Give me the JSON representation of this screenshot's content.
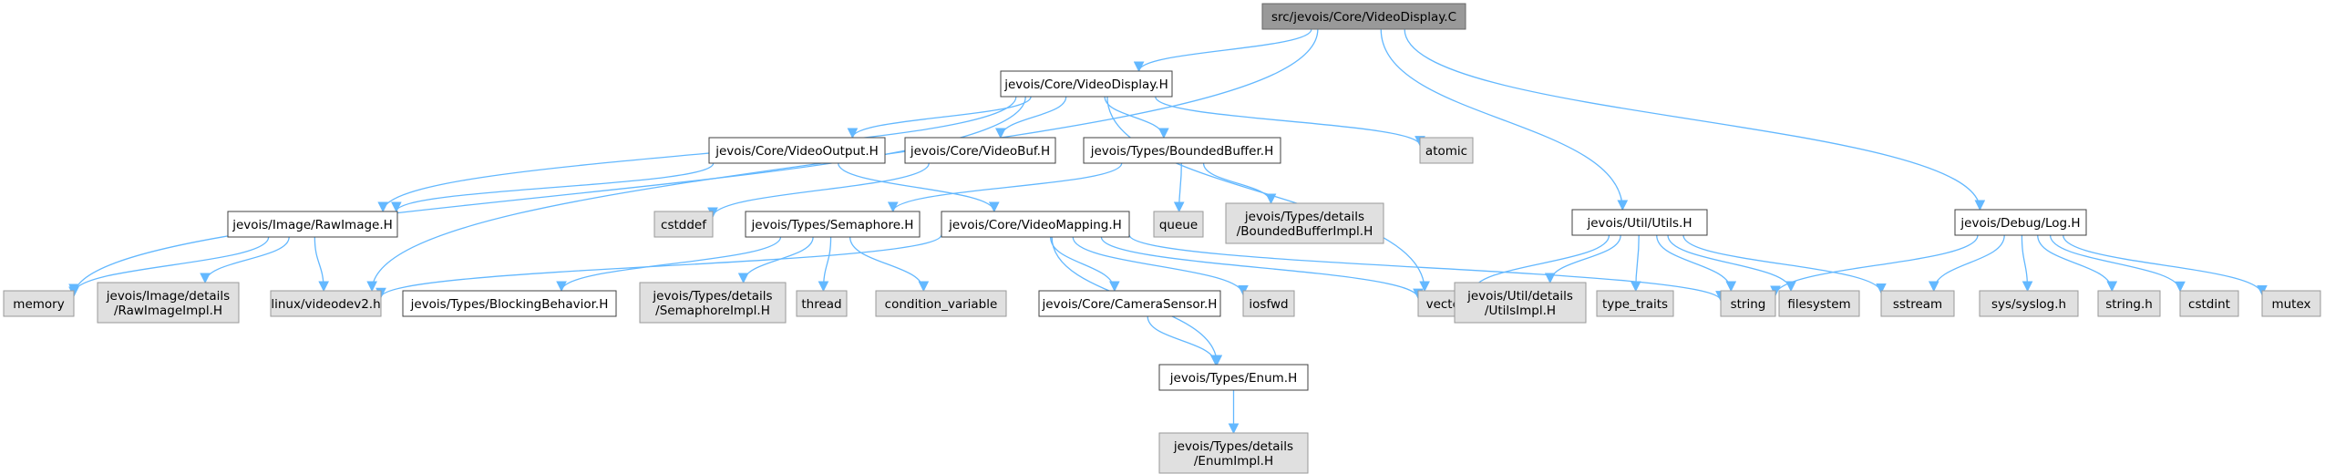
{
  "colors": {
    "edge": "#63b8ff",
    "node_border_documented": "#404040",
    "node_fill_documented": "#ffffff",
    "node_border_external": "#999999",
    "node_fill_external": "#e0e0e0",
    "node_fill_root": "#999999",
    "node_border_root": "#666666"
  },
  "graph": {
    "nodes": [
      {
        "id": "root",
        "kind": "root",
        "lines": [
          "src/jevois/Core/VideoDisplay.C"
        ]
      },
      {
        "id": "videodisplay_h",
        "kind": "doc",
        "lines": [
          "jevois/Core/VideoDisplay.H"
        ]
      },
      {
        "id": "utils_h",
        "kind": "doc",
        "lines": [
          "jevois/Util/Utils.H"
        ]
      },
      {
        "id": "log_h",
        "kind": "doc",
        "lines": [
          "jevois/Debug/Log.H"
        ]
      },
      {
        "id": "atomic",
        "kind": "ext",
        "lines": [
          "atomic"
        ]
      },
      {
        "id": "videooutput_h",
        "kind": "doc",
        "lines": [
          "jevois/Core/VideoOutput.H"
        ]
      },
      {
        "id": "videobuf_h",
        "kind": "doc",
        "lines": [
          "jevois/Core/VideoBuf.H"
        ]
      },
      {
        "id": "boundedbuffer_h",
        "kind": "doc",
        "lines": [
          "jevois/Types/BoundedBuffer.H"
        ]
      },
      {
        "id": "cstddef",
        "kind": "ext",
        "lines": [
          "cstddef"
        ]
      },
      {
        "id": "queue",
        "kind": "ext",
        "lines": [
          "queue"
        ]
      },
      {
        "id": "boundedbufferimpl",
        "kind": "ext",
        "lines": [
          "jevois/Types/details",
          "/BoundedBufferImpl.H"
        ]
      },
      {
        "id": "rawimage_h",
        "kind": "doc",
        "lines": [
          "jevois/Image/RawImage.H"
        ]
      },
      {
        "id": "semaphore_h",
        "kind": "doc",
        "lines": [
          "jevois/Types/Semaphore.H"
        ]
      },
      {
        "id": "videomapping_h",
        "kind": "doc",
        "lines": [
          "jevois/Core/VideoMapping.H"
        ]
      },
      {
        "id": "memory",
        "kind": "ext",
        "lines": [
          "memory"
        ]
      },
      {
        "id": "rawimageimpl",
        "kind": "ext",
        "lines": [
          "jevois/Image/details",
          "/RawImageImpl.H"
        ]
      },
      {
        "id": "videodev2",
        "kind": "ext",
        "lines": [
          "linux/videodev2.h"
        ]
      },
      {
        "id": "blockingbehavior",
        "kind": "doc",
        "lines": [
          "jevois/Types/BlockingBehavior.H"
        ]
      },
      {
        "id": "semaphoreimpl",
        "kind": "ext",
        "lines": [
          "jevois/Types/details",
          "/SemaphoreImpl.H"
        ]
      },
      {
        "id": "thread",
        "kind": "ext",
        "lines": [
          "thread"
        ]
      },
      {
        "id": "condition_variable",
        "kind": "ext",
        "lines": [
          "condition_variable"
        ]
      },
      {
        "id": "camerasensor_h",
        "kind": "doc",
        "lines": [
          "jevois/Core/CameraSensor.H"
        ]
      },
      {
        "id": "iosfwd",
        "kind": "ext",
        "lines": [
          "iosfwd"
        ]
      },
      {
        "id": "vector",
        "kind": "ext",
        "lines": [
          "vector"
        ]
      },
      {
        "id": "utilsimpl",
        "kind": "ext",
        "lines": [
          "jevois/Util/details",
          "/UtilsImpl.H"
        ]
      },
      {
        "id": "type_traits",
        "kind": "ext",
        "lines": [
          "type_traits"
        ]
      },
      {
        "id": "string",
        "kind": "ext",
        "lines": [
          "string"
        ]
      },
      {
        "id": "filesystem",
        "kind": "ext",
        "lines": [
          "filesystem"
        ]
      },
      {
        "id": "sstream",
        "kind": "ext",
        "lines": [
          "sstream"
        ]
      },
      {
        "id": "syslog",
        "kind": "ext",
        "lines": [
          "sys/syslog.h"
        ]
      },
      {
        "id": "string_h",
        "kind": "ext",
        "lines": [
          "string.h"
        ]
      },
      {
        "id": "cstdint",
        "kind": "ext",
        "lines": [
          "cstdint"
        ]
      },
      {
        "id": "mutex",
        "kind": "ext",
        "lines": [
          "mutex"
        ]
      },
      {
        "id": "enum_h",
        "kind": "doc",
        "lines": [
          "jevois/Types/Enum.H"
        ]
      },
      {
        "id": "enumimpl",
        "kind": "ext",
        "lines": [
          "jevois/Types/details",
          "/EnumImpl.H"
        ]
      }
    ],
    "edges": [
      [
        "root",
        "videodisplay_h"
      ],
      [
        "root",
        "videodev2"
      ],
      [
        "root",
        "utils_h"
      ],
      [
        "root",
        "log_h"
      ],
      [
        "videodisplay_h",
        "memory"
      ],
      [
        "videodisplay_h",
        "rawimage_h"
      ],
      [
        "videodisplay_h",
        "videooutput_h"
      ],
      [
        "videodisplay_h",
        "videobuf_h"
      ],
      [
        "videodisplay_h",
        "boundedbuffer_h"
      ],
      [
        "videodisplay_h",
        "atomic"
      ],
      [
        "videodisplay_h",
        "vector"
      ],
      [
        "videooutput_h",
        "rawimage_h"
      ],
      [
        "videooutput_h",
        "videomapping_h"
      ],
      [
        "videobuf_h",
        "cstddef"
      ],
      [
        "boundedbuffer_h",
        "semaphore_h"
      ],
      [
        "boundedbuffer_h",
        "queue"
      ],
      [
        "boundedbuffer_h",
        "boundedbufferimpl"
      ],
      [
        "rawimage_h",
        "memory"
      ],
      [
        "rawimage_h",
        "videodev2"
      ],
      [
        "rawimage_h",
        "rawimageimpl"
      ],
      [
        "semaphore_h",
        "blockingbehavior"
      ],
      [
        "semaphore_h",
        "semaphoreimpl"
      ],
      [
        "semaphore_h",
        "thread"
      ],
      [
        "semaphore_h",
        "condition_variable"
      ],
      [
        "videomapping_h",
        "videodev2"
      ],
      [
        "videomapping_h",
        "camerasensor_h"
      ],
      [
        "videomapping_h",
        "iosfwd"
      ],
      [
        "videomapping_h",
        "vector"
      ],
      [
        "videomapping_h",
        "string"
      ],
      [
        "videomapping_h",
        "enum_h"
      ],
      [
        "camerasensor_h",
        "enum_h"
      ],
      [
        "enum_h",
        "enumimpl"
      ],
      [
        "utils_h",
        "vector"
      ],
      [
        "utils_h",
        "utilsimpl"
      ],
      [
        "utils_h",
        "type_traits"
      ],
      [
        "utils_h",
        "string"
      ],
      [
        "utils_h",
        "filesystem"
      ],
      [
        "utils_h",
        "sstream"
      ],
      [
        "log_h",
        "string"
      ],
      [
        "log_h",
        "sstream"
      ],
      [
        "log_h",
        "syslog"
      ],
      [
        "log_h",
        "string_h"
      ],
      [
        "log_h",
        "cstdint"
      ],
      [
        "log_h",
        "mutex"
      ]
    ]
  }
}
